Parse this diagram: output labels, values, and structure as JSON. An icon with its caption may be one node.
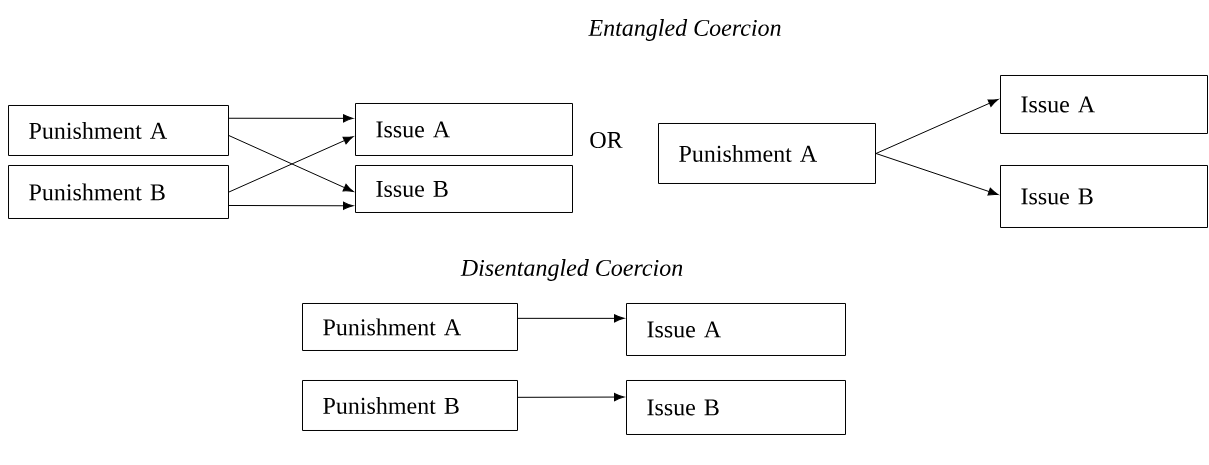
{
  "diagram": {
    "nodes": [
      {
        "text": [
          "Punishment A"
        ]
      },
      {
        "text": [
          "Issue A"
        ]
      },
      {
        "text": [
          "Punishment B"
        ]
      },
      {
        "text": [
          "Issue B"
        ]
      },
      {
        "text": [
          "Punishment A"
        ]
      },
      {
        "text": [
          "Issue A"
        ]
      },
      {
        "text": [
          "Issue B"
        ]
      },
      {
        "text": [
          "Punishment A"
        ]
      },
      {
        "text": [
          "Issue A"
        ]
      },
      {
        "text": [
          "Punishment B"
        ]
      },
      {
        "text": [
          "Issue B"
        ]
      }
    ],
    "edges": [
      {
        "from": 0,
        "to": 1,
        "arrow": "to"
      },
      {
        "from": 0,
        "to": 3,
        "arrow": "to"
      },
      {
        "from": 2,
        "to": 1,
        "arrow": "to"
      },
      {
        "from": 2,
        "to": 3,
        "arrow": "to"
      },
      {
        "from": 4,
        "to": 5,
        "arrow": "to"
      },
      {
        "from": 4,
        "to": 6,
        "arrow": "to"
      },
      {
        "from": 7,
        "to": 8,
        "arrow": "to"
      },
      {
        "from": 9,
        "to": 10,
        "arrow": "to"
      }
    ],
    "labels": [
      "Entangled Coercion",
      "OR",
      "Disentangled Coercion"
    ]
  }
}
